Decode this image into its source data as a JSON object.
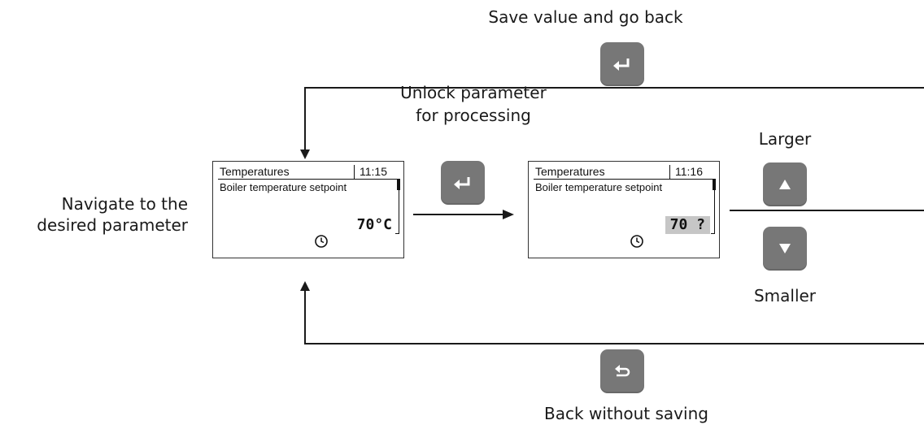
{
  "labels": {
    "save": "Save value and go back",
    "unlock_line1": "Unlock parameter",
    "unlock_line2": "for processing",
    "navigate_line1": "Navigate to the",
    "navigate_line2": "desired parameter",
    "larger": "Larger",
    "smaller": "Smaller",
    "back": "Back without saving"
  },
  "display_left": {
    "title": "Temperatures",
    "time": "11:15",
    "parameter": "Boiler temperature setpoint",
    "value": "70°C"
  },
  "display_right": {
    "title": "Temperatures",
    "time": "11:16",
    "parameter": "Boiler temperature setpoint",
    "value": "70 ?"
  },
  "buttons": [
    {
      "name": "enter",
      "icon": "enter-icon"
    },
    {
      "name": "enter",
      "icon": "enter-icon"
    },
    {
      "name": "up",
      "icon": "up-triangle-icon"
    },
    {
      "name": "down",
      "icon": "down-triangle-icon"
    },
    {
      "name": "back",
      "icon": "back-icon"
    }
  ],
  "colors": {
    "button": "#777777",
    "line": "#1a1a1a",
    "edit_highlight": "#c6c6c6"
  }
}
